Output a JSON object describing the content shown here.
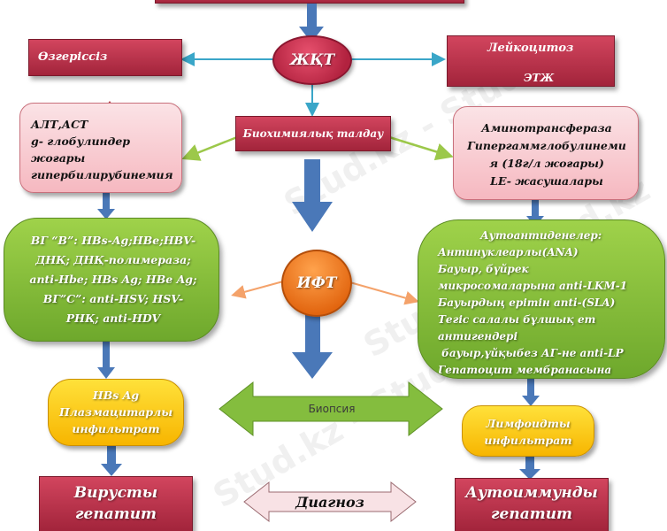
{
  "nodes": {
    "unchanged": "Өзгеріссіз",
    "leukocytosis": "Лейкоцитоз",
    "esr": "ЭТЖ",
    "general_blood_test": "ЖҚТ",
    "biochem": "Биохимиялық талдау",
    "left_biochem": [
      "АЛТ,АСТ",
      "g- глобулиндер",
      "жоғары",
      "гипербилирубинемия"
    ],
    "right_biochem": [
      "Аминотрансфераза",
      "Гипергаммглобулинеми",
      "я (18г/л жоғары)",
      "LE- жасушалары"
    ],
    "ift": "ИФТ",
    "left_markers": [
      "ВГ “В”: HBs-Ag;HBe;HBV-",
      "ДНҚ; ДНҚ-полимераза;",
      "anti-Hbe; HBs Ag; HBe Ag;",
      "ВГ”С”: anti-HSV; HSV-",
      "РНҚ;  anti-HDV"
    ],
    "right_markers": [
      "Аутоантиденелер:",
      "Антинуклеарлы(ANA)",
      "Бауыр, бүйрек",
      "микросомаларына anti-LKM-1",
      "Бауырдың ерітін anti-(SLA)",
      "Тегіс салалы бұлшық ет",
      "антигендері",
      " бауыр,ұйқыбез АГ-не anti-LP",
      "Гепатоцит мембранасына"
    ],
    "biopsy": "Биопсия",
    "left_biopsy": [
      "HBs Ag",
      "Плазмацитарлы",
      "инфильтрат"
    ],
    "right_biopsy": [
      "Лимфоидты",
      "инфильтрат"
    ],
    "diagnosis": "Диагноз",
    "viral_hepatitis": [
      "Вирусты",
      "гепатит"
    ],
    "autoimmune_hepatitis": [
      "Аутоиммунды",
      "гепатит"
    ]
  },
  "watermark": "Stud.kz - Stud.kz",
  "colors": {
    "arrow_blue": "#4a78b8",
    "arrow_teal": "#3aa6c8",
    "arrow_lime": "#9cc84a",
    "arrow_orange": "#f4a26a",
    "arrow_up_red": "#b23a44",
    "arrow_up_green": "#7ab648",
    "biopsy_arrow": "#7db63a",
    "diagnosis_arrow": "#e8c8cc"
  }
}
